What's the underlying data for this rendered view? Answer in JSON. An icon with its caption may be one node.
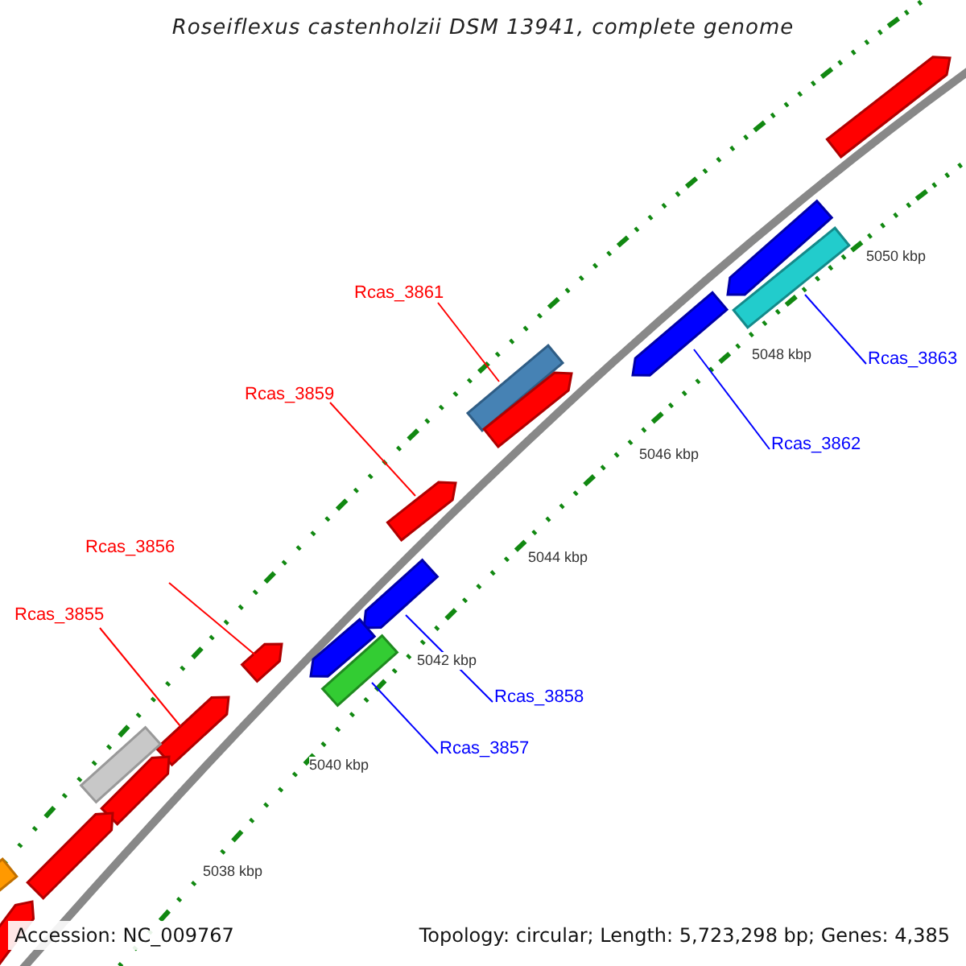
{
  "diagram": {
    "title": "Roseiflexus castenholzii DSM 13941, complete genome",
    "nodes": [
      {
        "text": [
          "Rcas_3861"
        ]
      },
      {
        "text": [
          "Rcas_3859"
        ]
      },
      {
        "text": [
          "Rcas_3856"
        ]
      },
      {
        "text": [
          "Rcas_3855"
        ]
      },
      {
        "text": [
          "Rcas_3858"
        ]
      },
      {
        "text": [
          "Rcas_3857"
        ]
      },
      {
        "text": [
          "Rcas_3862"
        ]
      },
      {
        "text": [
          "Rcas_3863"
        ]
      },
      {
        "text": [],
        "shape": "box"
      },
      {
        "text": [],
        "shape": "pentagon"
      },
      {
        "text": [],
        "shape": "pentagon"
      },
      {
        "text": [],
        "shape": "pentagon"
      },
      {
        "text": [],
        "shape": "pentagon"
      },
      {
        "text": [],
        "shape": "box"
      },
      {
        "text": [],
        "shape": "pentagon"
      },
      {
        "text": [],
        "shape": "box"
      },
      {
        "text": [],
        "shape": "pentagon"
      },
      {
        "text": [],
        "shape": "pentagon"
      },
      {
        "text": [],
        "shape": "pentagon"
      },
      {
        "text": [],
        "shape": "box"
      },
      {
        "text": [],
        "shape": "pentagon"
      },
      {
        "text": [],
        "shape": "pentagon"
      },
      {
        "text": [],
        "shape": "box"
      },
      {
        "text": [],
        "shape": "pentagon"
      },
      {
        "text": [],
        "shape": "pentagon"
      }
    ],
    "edges": [
      {
        "from": 0,
        "to": 8,
        "arrow": "none",
        "color": "#ff0000"
      },
      {
        "from": 1,
        "to": 9,
        "arrow": "none",
        "color": "#ff0000"
      },
      {
        "from": 2,
        "to": 10,
        "arrow": "none",
        "color": "#ff0000"
      },
      {
        "from": 3,
        "to": 11,
        "arrow": "none",
        "color": "#ff0000"
      },
      {
        "from": 4,
        "to": 12,
        "arrow": "none",
        "color": "#0000ff"
      },
      {
        "from": 5,
        "to": 13,
        "arrow": "none",
        "color": "#0000ff"
      },
      {
        "from": 6,
        "to": 14,
        "arrow": "none",
        "color": "#0000ff"
      },
      {
        "from": 7,
        "to": 15,
        "arrow": "none",
        "color": "#0000ff"
      }
    ],
    "labels": [
      "5050 kbp",
      "5048 kbp",
      "5046 kbp",
      "5044 kbp",
      "5042 kbp",
      "5040 kbp",
      "5038 kbp",
      "Accession: NC_009767",
      "Topology: circular; Length: 5,723,298 bp; Genes: 4,385"
    ]
  }
}
